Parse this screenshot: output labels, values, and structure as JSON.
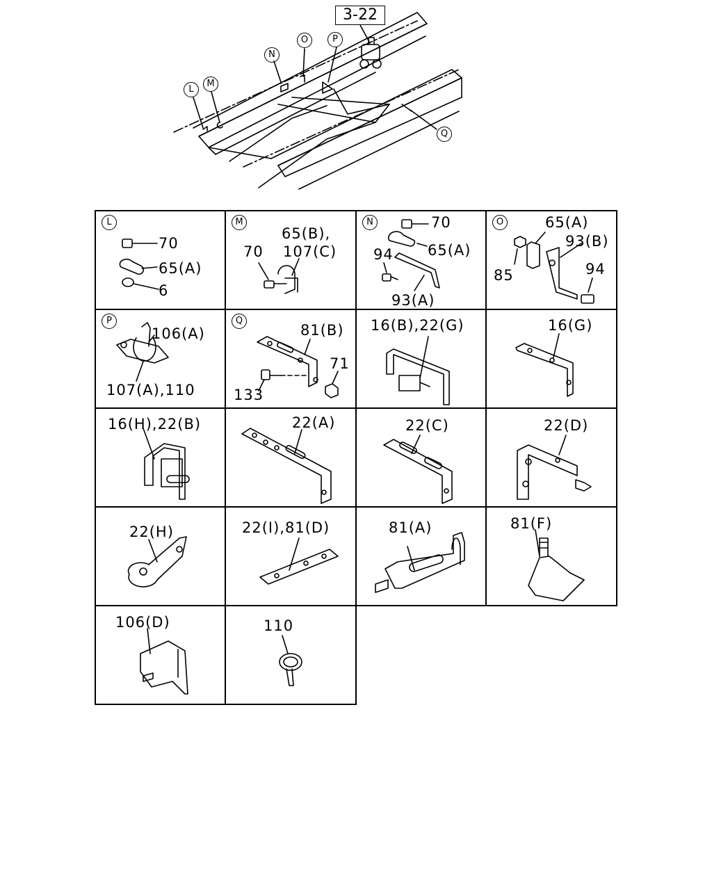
{
  "reference": "3-22",
  "overview_callouts": {
    "L": "L",
    "M": "M",
    "N": "N",
    "O": "O",
    "P": "P",
    "Q": "Q"
  },
  "cells": {
    "L": {
      "letter": "L",
      "labels": {
        "a": "70",
        "b": "65(A)",
        "c": "6"
      }
    },
    "M": {
      "letter": "M",
      "labels": {
        "a": "65(B),",
        "b": "107(C)",
        "c": "70"
      }
    },
    "N": {
      "letter": "N",
      "labels": {
        "a": "70",
        "b": "65(A)",
        "c": "94",
        "d": "93(A)"
      }
    },
    "O": {
      "letter": "O",
      "labels": {
        "a": "65(A)",
        "b": "93(B)",
        "c": "85",
        "d": "94"
      }
    },
    "P": {
      "letter": "P",
      "labels": {
        "a": "106(A)",
        "b": "107(A),110"
      }
    },
    "Q": {
      "letter": "Q",
      "labels": {
        "a": "81(B)",
        "b": "71",
        "c": "133"
      }
    },
    "c7": {
      "labels": {
        "a": "16(B),22(G)"
      }
    },
    "c8": {
      "labels": {
        "a": "16(G)"
      }
    },
    "c9": {
      "labels": {
        "a": "16(H),22(B)"
      }
    },
    "c10": {
      "labels": {
        "a": "22(A)"
      }
    },
    "c11": {
      "labels": {
        "a": "22(C)"
      }
    },
    "c12": {
      "labels": {
        "a": "22(D)"
      }
    },
    "c13": {
      "labels": {
        "a": "22(H)"
      }
    },
    "c14": {
      "labels": {
        "a": "22(I),81(D)"
      }
    },
    "c15": {
      "labels": {
        "a": "81(A)"
      }
    },
    "c16": {
      "labels": {
        "a": "81(F)"
      }
    },
    "c17": {
      "labels": {
        "a": "106(D)"
      }
    },
    "c18": {
      "labels": {
        "a": "110"
      }
    }
  }
}
